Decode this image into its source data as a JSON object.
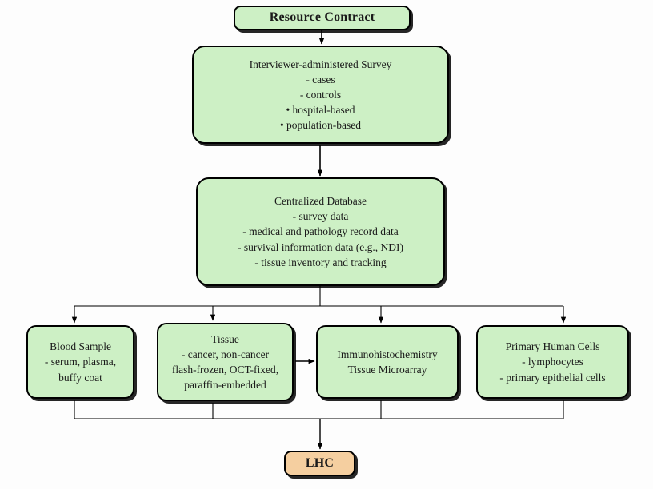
{
  "diagram": {
    "title": "Resource Contract tissue and data resource flowchart",
    "background_color": "#fdfdfd",
    "node_fill_green": "#cdf0c5",
    "node_fill_orange": "#f5cfa0",
    "border_color": "#000000"
  },
  "nodes": {
    "resource_contract": {
      "label": "Resource Contract"
    },
    "survey": {
      "heading": "Interviewer-administered Survey",
      "lines": [
        "- cases",
        "- controls",
        "• hospital-based",
        "• population-based"
      ]
    },
    "database": {
      "heading": "Centralized Database",
      "lines": [
        "- survey data",
        "- medical and pathology record data",
        "- survival information data (e.g., NDI)",
        "- tissue inventory and tracking"
      ]
    },
    "blood": {
      "heading": "Blood Sample",
      "lines": [
        "- serum, plasma,",
        "buffy coat"
      ]
    },
    "tissue": {
      "heading": "Tissue",
      "lines": [
        "- cancer, non-cancer",
        "flash-frozen, OCT-fixed,",
        "paraffin-embedded"
      ]
    },
    "ihc": {
      "heading": "Immunohistochemistry",
      "lines": [
        "Tissue Microarray"
      ]
    },
    "cells": {
      "heading": "Primary Human Cells",
      "lines": [
        "- lymphocytes",
        "- primary epithelial cells"
      ]
    },
    "lhc": {
      "label": "LHC"
    }
  },
  "connectors": [
    {
      "name": "resource-contract-to-survey",
      "from": "resource_contract",
      "to": "survey",
      "kind": "arrow-down"
    },
    {
      "name": "survey-to-database",
      "from": "survey",
      "to": "database",
      "kind": "arrow-down"
    },
    {
      "name": "database-to-blood",
      "from": "database",
      "to": "blood",
      "kind": "bus-arrow-down"
    },
    {
      "name": "database-to-tissue",
      "from": "database",
      "to": "tissue",
      "kind": "bus-arrow-down"
    },
    {
      "name": "database-to-ihc",
      "from": "database",
      "to": "ihc",
      "kind": "bus-arrow-down"
    },
    {
      "name": "database-to-cells",
      "from": "database",
      "to": "cells",
      "kind": "bus-arrow-down"
    },
    {
      "name": "tissue-to-ihc",
      "from": "tissue",
      "to": "ihc",
      "kind": "arrow-right"
    },
    {
      "name": "blood-to-lhc-bus",
      "from": "blood",
      "to": "lhc",
      "kind": "bus-join"
    },
    {
      "name": "tissue-to-lhc-bus",
      "from": "tissue",
      "to": "lhc",
      "kind": "bus-join"
    },
    {
      "name": "ihc-to-lhc-bus",
      "from": "ihc",
      "to": "lhc",
      "kind": "bus-join"
    },
    {
      "name": "cells-to-lhc-bus",
      "from": "cells",
      "to": "lhc",
      "kind": "bus-join"
    },
    {
      "name": "bus-to-lhc",
      "from": "bus",
      "to": "lhc",
      "kind": "arrow-down"
    }
  ]
}
